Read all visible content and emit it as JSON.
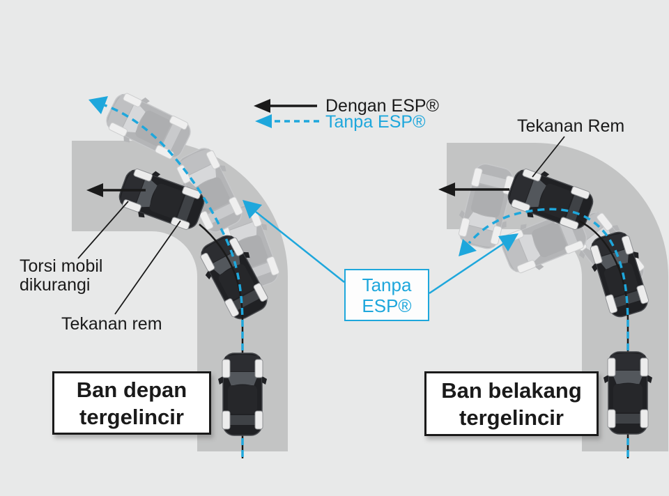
{
  "legend": {
    "with_esp": {
      "label": "Dengan ESP®"
    },
    "without_esp": {
      "label": "Tanpa ESP®"
    }
  },
  "callout": {
    "line1": "Tanpa",
    "line2": "ESP®"
  },
  "left_panel": {
    "annotation_torque_line1": "Torsi mobil",
    "annotation_torque_line2": "dikurangi",
    "annotation_brake": "Tekanan rem",
    "caption_line1": "Ban depan",
    "caption_line2": "tergelincir"
  },
  "right_panel": {
    "annotation_brake": "Tekanan Rem",
    "caption_line1": "Ban belakang",
    "caption_line2": "tergelincir"
  },
  "colors": {
    "background": "#e8e9e9",
    "road": "#c3c4c4",
    "accent_blue": "#1ea7dc",
    "ink": "#1a1a1a"
  }
}
